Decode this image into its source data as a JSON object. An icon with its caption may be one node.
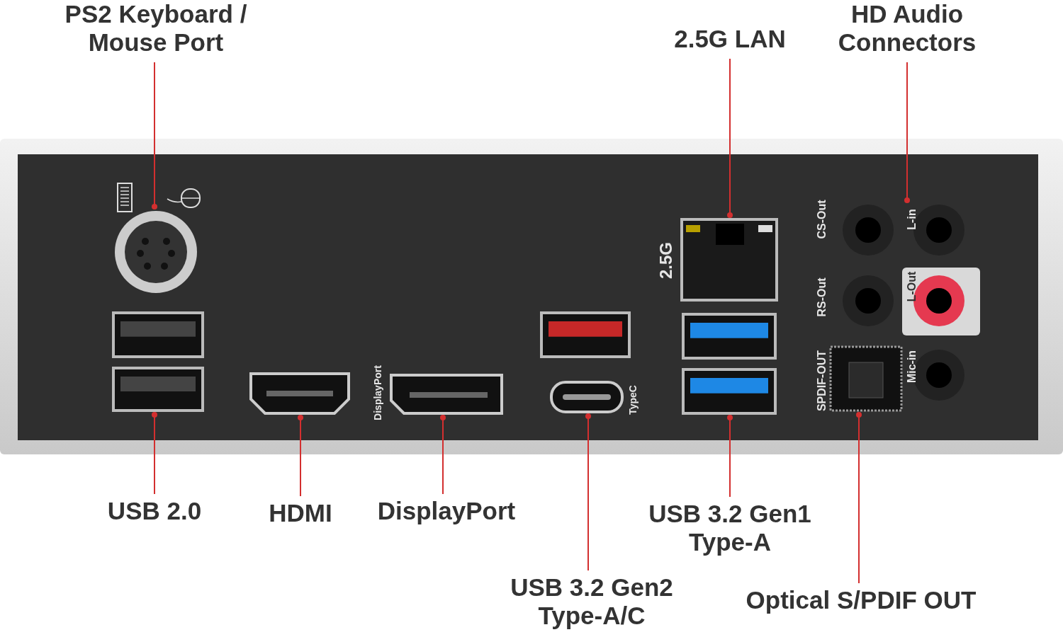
{
  "diagram": {
    "nodes": [
      {
        "text": [
          "PS2 Keyboard / Mouse Port"
        ]
      },
      {
        "text": [
          "2.5G LAN"
        ]
      },
      {
        "text": [
          "HD Audio Connectors"
        ]
      },
      {
        "text": [
          "USB 2.0"
        ]
      },
      {
        "text": [
          "HDMI"
        ]
      },
      {
        "text": [
          "DisplayPort"
        ]
      },
      {
        "text": [
          "USB 3.2 Gen1 Type-A"
        ]
      },
      {
        "text": [
          "USB 3.2 Gen2 Type-A/C"
        ]
      },
      {
        "text": [
          "Optical S/PDIF OUT"
        ]
      },
      {
        "text": [],
        "shape": "picture"
      },
      {
        "text": [],
        "shape": "picture"
      },
      {
        "text": [],
        "shape": "picture"
      },
      {
        "text": [],
        "shape": "picture"
      },
      {
        "text": [],
        "shape": "picture"
      },
      {
        "text": [],
        "shape": "picture"
      },
      {
        "text": [],
        "shape": "picture"
      },
      {
        "text": [],
        "shape": "picture"
      },
      {
        "text": [],
        "shape": "picture"
      }
    ],
    "edges": [
      {
        "from": 0,
        "to": 9,
        "arrow": "other"
      },
      {
        "from": 1,
        "to": 14,
        "arrow": "other"
      },
      {
        "from": 2,
        "to": 17,
        "arrow": "other"
      },
      {
        "from": 3,
        "to": 10,
        "arrow": "other"
      },
      {
        "from": 4,
        "to": 11,
        "arrow": "other"
      },
      {
        "from": 5,
        "to": 12,
        "arrow": "other"
      },
      {
        "from": 6,
        "to": 15,
        "arrow": "other"
      },
      {
        "from": 7,
        "to": 13,
        "arrow": "other"
      },
      {
        "from": 8,
        "to": 16,
        "arrow": "other"
      }
    ],
    "labels": [
      "2.5G",
      "DisplayPort",
      "TypeC",
      "CS-Out",
      "L-in",
      "RS-Out",
      "L-Out",
      "SPDIF-OUT",
      "Mic-in"
    ]
  }
}
